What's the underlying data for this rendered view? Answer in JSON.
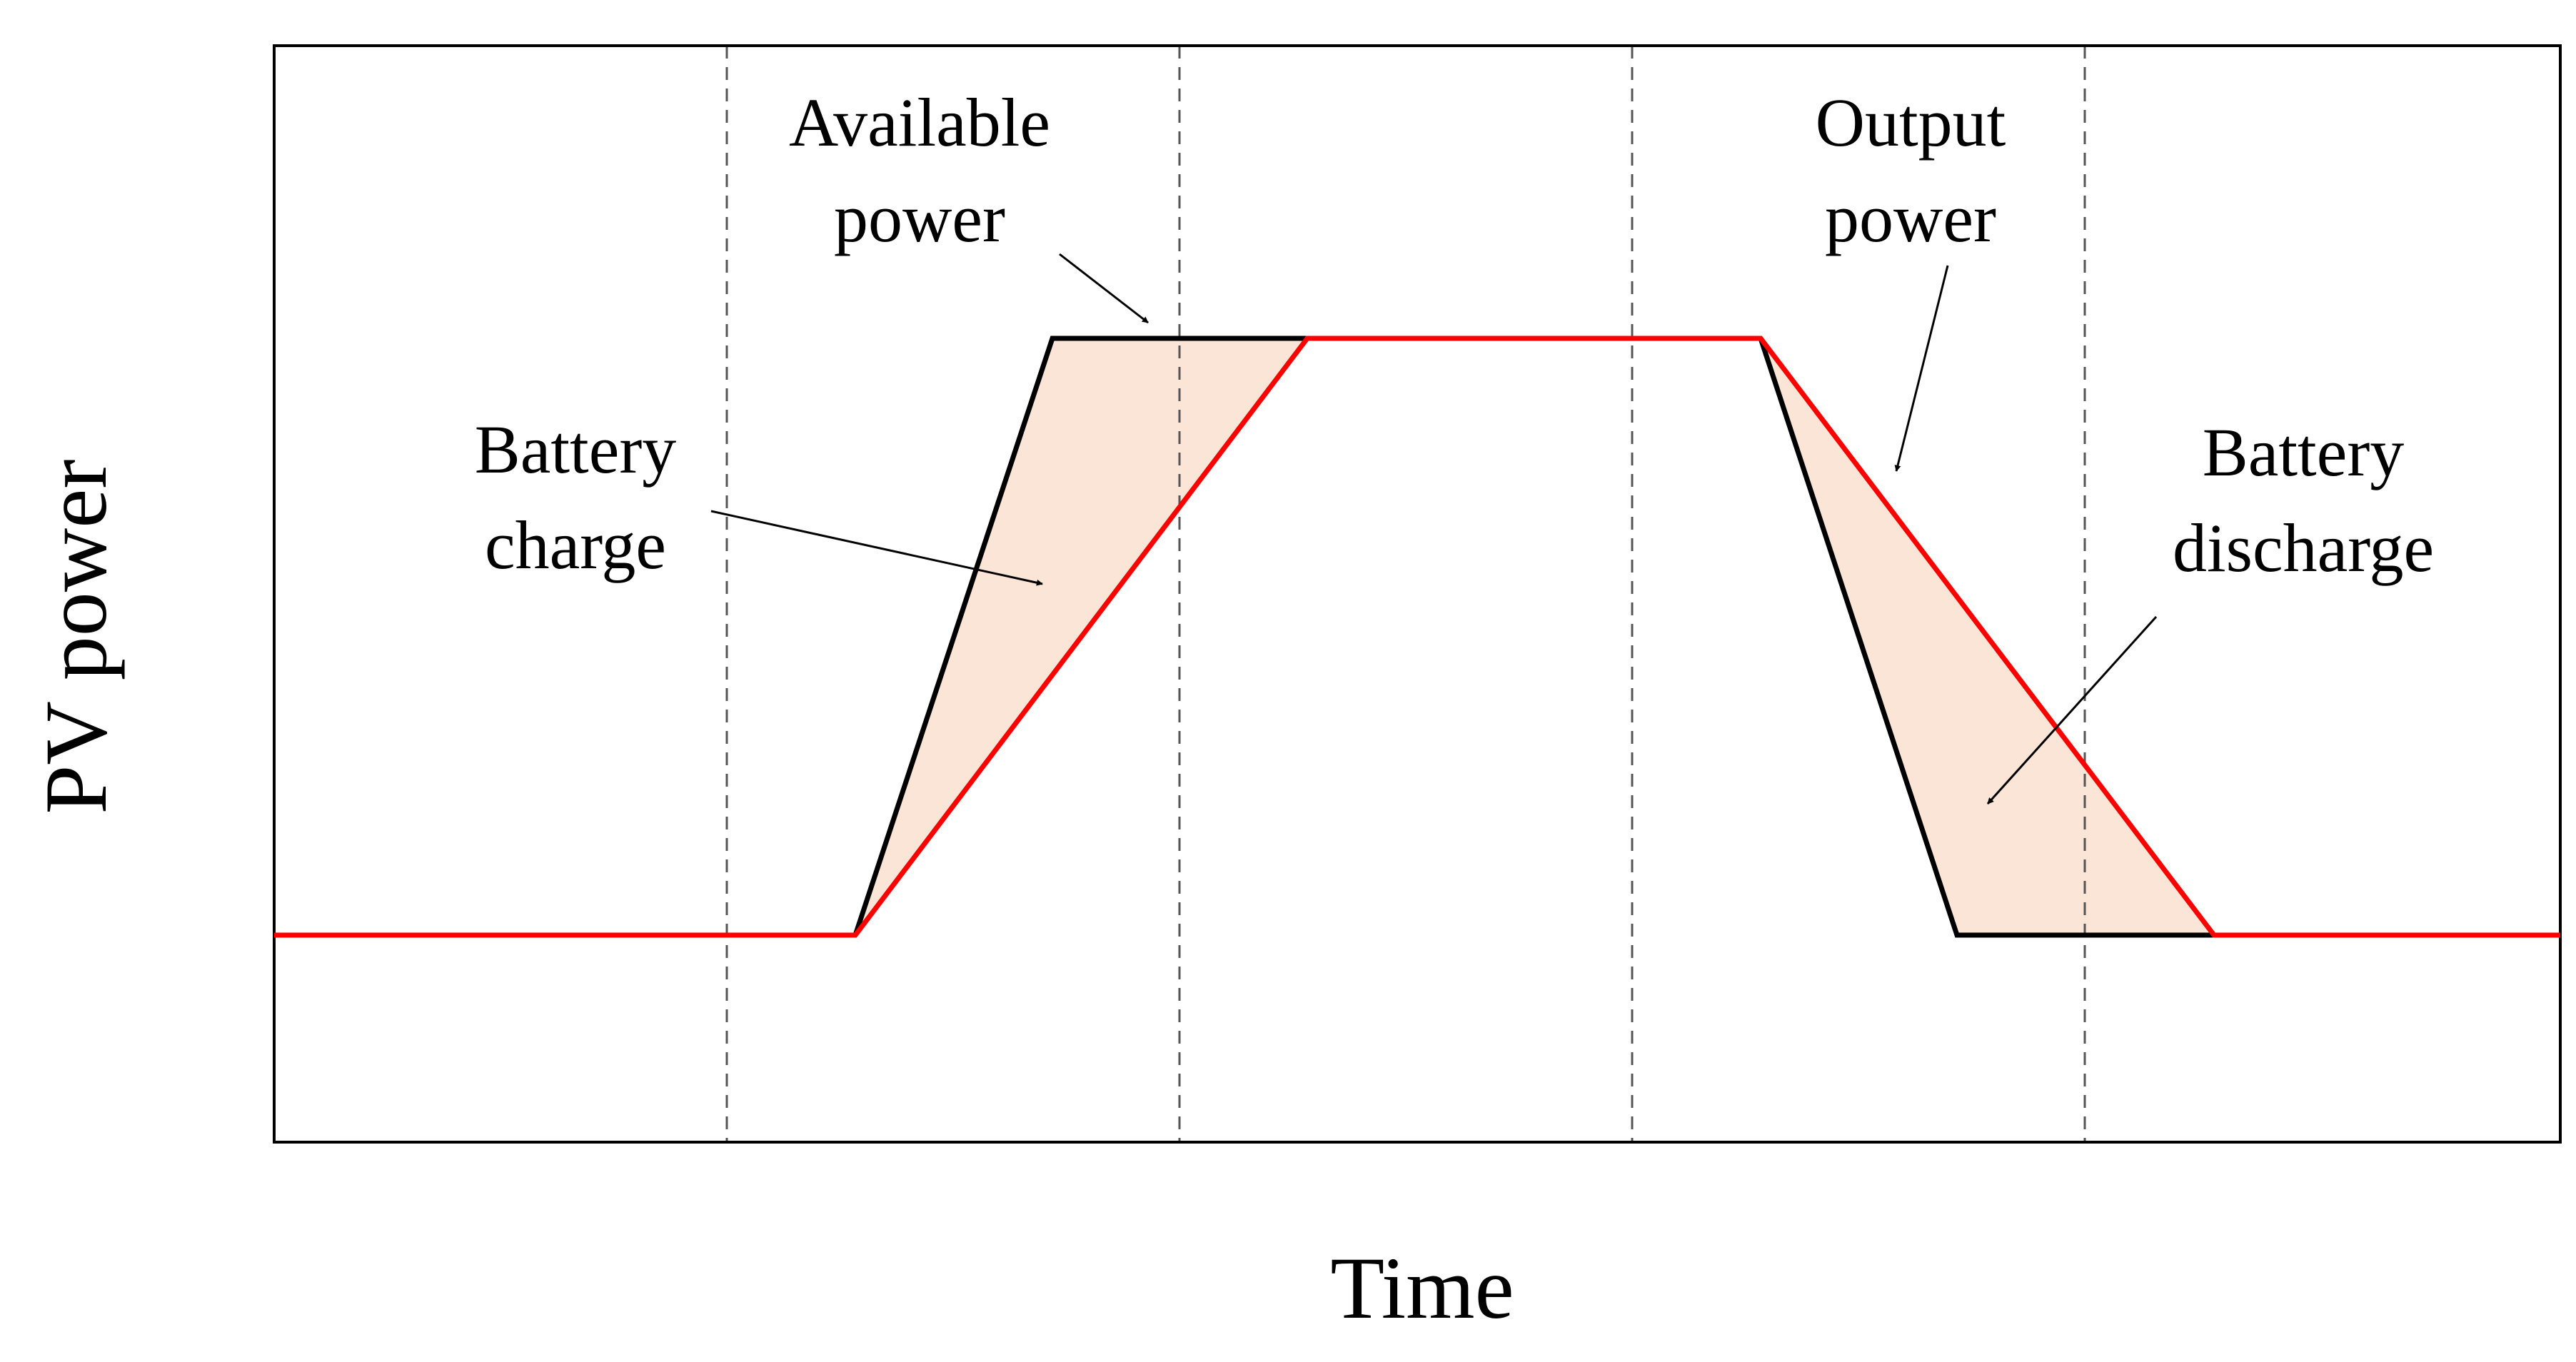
{
  "diagram": {
    "xlabel": "Time",
    "ylabel": "PV power",
    "annotations": {
      "available_power": [
        "Available",
        "power"
      ],
      "output_power": [
        "Output",
        "power"
      ],
      "battery_charge": [
        "Battery",
        "charge"
      ],
      "battery_discharge": [
        "Battery",
        "discharge"
      ]
    },
    "colors": {
      "available_power_line": "#000000",
      "output_power_line": "#ff0000",
      "battery_fill": "#fbe5d6",
      "grid_dashed": "#555555",
      "frame": "#000000"
    },
    "vertical_dashed_dividers": 4
  }
}
